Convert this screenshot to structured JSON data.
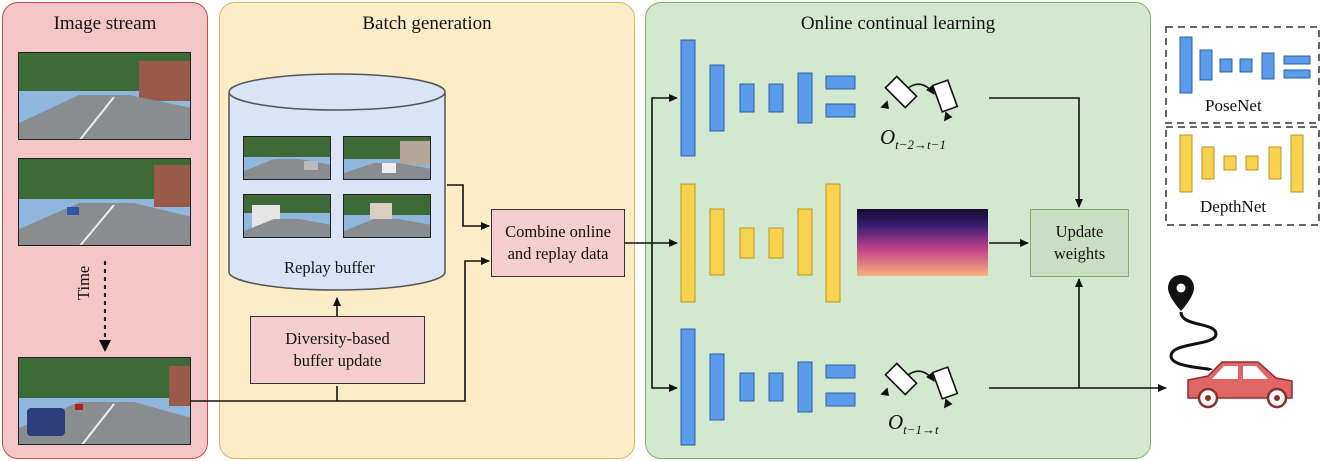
{
  "panels": {
    "image_stream": "Image stream",
    "batch_generation": "Batch generation",
    "online_learning": "Online continual learning"
  },
  "time_label": "Time",
  "replay_buffer_label": "Replay buffer",
  "diversity_box": {
    "line1": "Diversity-based",
    "line2": "buffer update"
  },
  "combine_box": {
    "line1": "Combine online",
    "line2": "and replay data"
  },
  "update_box": {
    "line1": "Update",
    "line2": "weights"
  },
  "legend": {
    "posenet": "PoseNet",
    "depthnet": "DepthNet"
  },
  "pose_labels": {
    "top": "O",
    "top_sub": "t−2→t−1",
    "bottom": "O",
    "bottom_sub": "t−1→t"
  },
  "colors": {
    "posenet_blue": "#5b9bec",
    "depthnet_yellow": "#f8d24c",
    "stream_panel": "#f5c6c6",
    "batch_panel": "#fcedc8",
    "learning_panel": "#d3e9cf",
    "car_red": "#e06666"
  }
}
